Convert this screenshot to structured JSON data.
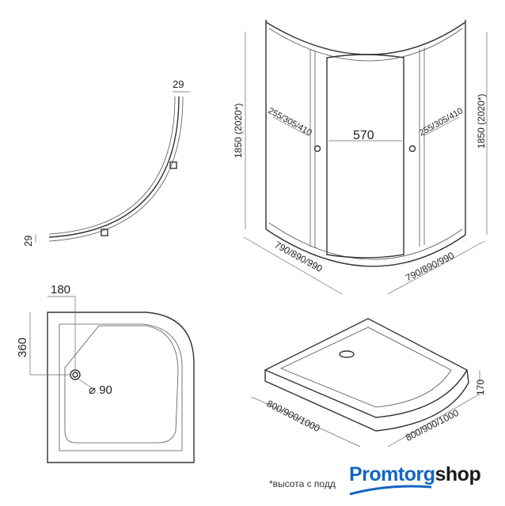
{
  "top_view": {
    "wall_offset_top": "29",
    "wall_offset_side": "29"
  },
  "cabin": {
    "height_left": "1850  (2020*)",
    "height_right": "1850  (2020*)",
    "door_width": "570",
    "side_panel_left": "255/305/410",
    "side_panel_right": "255/305/410",
    "base_left": "790/890/990",
    "base_right": "790/890/990"
  },
  "tray_plan": {
    "drain_offset_x": "180",
    "drain_offset_y": "360",
    "drain_diameter": "⌀ 90"
  },
  "tray_iso": {
    "height": "170",
    "side_left": "800/900/1000",
    "side_right": "800/900/1000"
  },
  "footnote": "*высота с подд",
  "logo": {
    "part1": "Promtorg",
    "part2": "shop",
    "colors": {
      "blue": "#1565c0",
      "dark": "#1a1a1a"
    }
  }
}
